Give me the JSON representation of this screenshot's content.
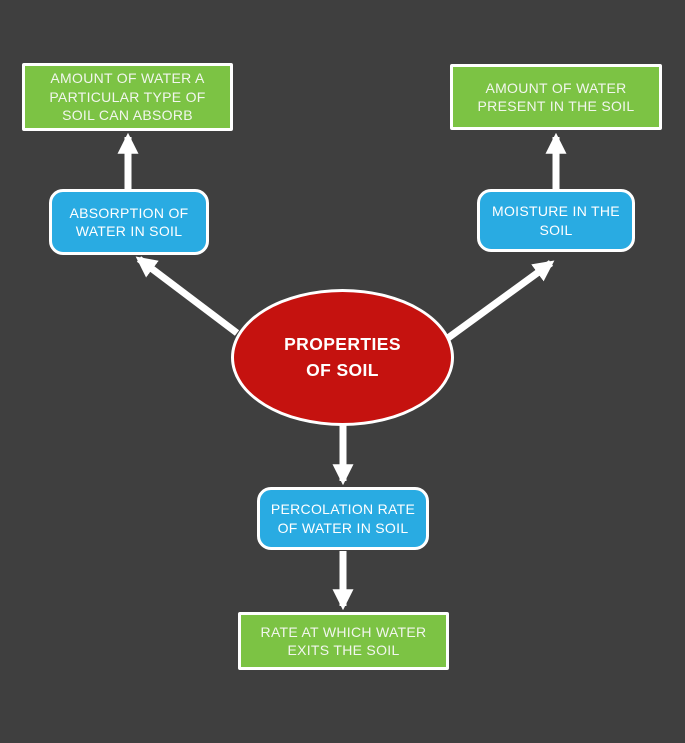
{
  "diagram": {
    "type": "concept-map",
    "topic": "PROPERTIES OF SOIL"
  },
  "colors": {
    "background": "#3f3f3f",
    "node-green": "#7cc344",
    "node-blue": "#29abe2",
    "node-red": "#c5120f",
    "node-border": "#ffffff",
    "arrow": "#ffffff",
    "text-light": "#f2f6ee",
    "text-white": "#ffffff"
  },
  "nodes": {
    "center": {
      "label": "PROPERTIES OF SOIL",
      "shape": "ellipse",
      "color": "#c5120f"
    },
    "absorption": {
      "label": "ABSORPTION OF WATER IN SOIL",
      "shape": "rounded-rect",
      "color": "#29abe2"
    },
    "absorption_desc": {
      "label": "AMOUNT OF WATER A PARTICULAR TYPE OF SOIL CAN ABSORB",
      "shape": "rect",
      "color": "#7cc344"
    },
    "moisture": {
      "label": "MOISTURE IN THE SOIL",
      "shape": "rounded-rect",
      "color": "#29abe2"
    },
    "moisture_desc": {
      "label": "AMOUNT OF WATER PRESENT IN THE SOIL",
      "shape": "rect",
      "color": "#7cc344"
    },
    "percolation": {
      "label": "PERCOLATION RATE OF WATER IN SOIL",
      "shape": "rounded-rect",
      "color": "#29abe2"
    },
    "percolation_desc": {
      "label": "RATE AT WHICH WATER EXITS THE SOIL",
      "shape": "rect",
      "color": "#7cc344"
    }
  },
  "edges": [
    {
      "from": "center",
      "to": "absorption"
    },
    {
      "from": "absorption",
      "to": "absorption_desc"
    },
    {
      "from": "center",
      "to": "moisture"
    },
    {
      "from": "moisture",
      "to": "moisture_desc"
    },
    {
      "from": "center",
      "to": "percolation"
    },
    {
      "from": "percolation",
      "to": "percolation_desc"
    }
  ]
}
